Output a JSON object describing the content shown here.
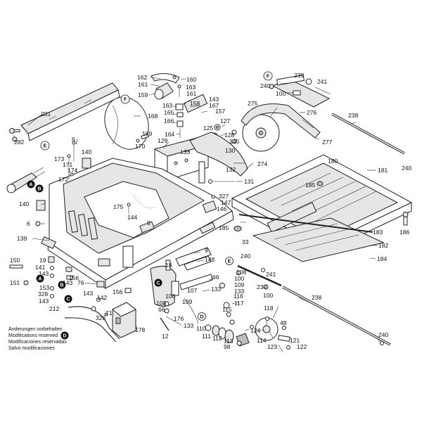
{
  "diagram": {
    "callouts": [
      {
        "id": "c162",
        "text": "162"
      },
      {
        "id": "c161a",
        "text": "161"
      },
      {
        "id": "c160",
        "text": "160"
      },
      {
        "id": "c163a",
        "text": "163"
      },
      {
        "id": "c161b",
        "text": "161"
      },
      {
        "id": "c159",
        "text": "159"
      },
      {
        "id": "c143a",
        "text": "143"
      },
      {
        "id": "c163b",
        "text": "163"
      },
      {
        "id": "c158",
        "text": "158"
      },
      {
        "id": "c167",
        "text": "167"
      },
      {
        "id": "c165",
        "text": "165"
      },
      {
        "id": "c166",
        "text": "166"
      },
      {
        "id": "c157",
        "text": "157"
      },
      {
        "id": "c127",
        "text": "127"
      },
      {
        "id": "c168",
        "text": "168"
      },
      {
        "id": "c281",
        "text": "281"
      },
      {
        "id": "c282",
        "text": "282"
      },
      {
        "id": "c6a",
        "text": "6"
      },
      {
        "id": "c169",
        "text": "169"
      },
      {
        "id": "c170",
        "text": "170"
      },
      {
        "id": "c164",
        "text": "164"
      },
      {
        "id": "c129",
        "text": "129"
      },
      {
        "id": "c125",
        "text": "125"
      },
      {
        "id": "c128",
        "text": "128"
      },
      {
        "id": "c145",
        "text": "145"
      },
      {
        "id": "c130",
        "text": "130"
      },
      {
        "id": "c133a",
        "text": "133"
      },
      {
        "id": "c173",
        "text": "173"
      },
      {
        "id": "c171",
        "text": "171"
      },
      {
        "id": "c174",
        "text": "174"
      },
      {
        "id": "c140a",
        "text": "140"
      },
      {
        "id": "c172",
        "text": "172"
      },
      {
        "id": "c274",
        "text": "274"
      },
      {
        "id": "c132",
        "text": "132"
      },
      {
        "id": "c131",
        "text": "131"
      },
      {
        "id": "c239a",
        "text": "239"
      },
      {
        "id": "c241a",
        "text": "241"
      },
      {
        "id": "c240a",
        "text": "240"
      },
      {
        "id": "c100a",
        "text": "100"
      },
      {
        "id": "c275",
        "text": "275"
      },
      {
        "id": "c276",
        "text": "276"
      },
      {
        "id": "c238a",
        "text": "238"
      },
      {
        "id": "c277",
        "text": "277"
      },
      {
        "id": "c240b",
        "text": "240"
      },
      {
        "id": "c180",
        "text": "180"
      },
      {
        "id": "c181",
        "text": "181"
      },
      {
        "id": "c185a",
        "text": "185"
      },
      {
        "id": "c186",
        "text": "186"
      },
      {
        "id": "c183",
        "text": "183"
      },
      {
        "id": "c182",
        "text": "182"
      },
      {
        "id": "c184",
        "text": "184"
      },
      {
        "id": "c185b",
        "text": "185"
      },
      {
        "id": "c33",
        "text": "33"
      },
      {
        "id": "c327",
        "text": "327"
      },
      {
        "id": "c147",
        "text": "147"
      },
      {
        "id": "c146",
        "text": "146"
      },
      {
        "id": "c175",
        "text": "175"
      },
      {
        "id": "c144",
        "text": "144"
      },
      {
        "id": "c140b",
        "text": "140"
      },
      {
        "id": "c6b",
        "text": "6"
      },
      {
        "id": "c8",
        "text": "8"
      },
      {
        "id": "c139",
        "text": "139"
      },
      {
        "id": "c9",
        "text": "9"
      },
      {
        "id": "c148",
        "text": "148"
      },
      {
        "id": "c150",
        "text": "150"
      },
      {
        "id": "c19",
        "text": "19"
      },
      {
        "id": "c141",
        "text": "141"
      },
      {
        "id": "c143b",
        "text": "143"
      },
      {
        "id": "c151",
        "text": "151"
      },
      {
        "id": "c153",
        "text": "153"
      },
      {
        "id": "c143c",
        "text": "143"
      },
      {
        "id": "c156a",
        "text": "156"
      },
      {
        "id": "c76",
        "text": "76"
      },
      {
        "id": "c328",
        "text": "328"
      },
      {
        "id": "c143d",
        "text": "143"
      },
      {
        "id": "c142",
        "text": "142"
      },
      {
        "id": "c156b",
        "text": "156"
      },
      {
        "id": "c143e",
        "text": "143"
      },
      {
        "id": "c18",
        "text": "18"
      },
      {
        "id": "c107",
        "text": "107"
      },
      {
        "id": "c106",
        "text": "106"
      },
      {
        "id": "c108a",
        "text": "108"
      },
      {
        "id": "c66a",
        "text": "66"
      },
      {
        "id": "c66b",
        "text": "66"
      },
      {
        "id": "c109a",
        "text": "109"
      },
      {
        "id": "c133b",
        "text": "133"
      },
      {
        "id": "c116",
        "text": "116"
      },
      {
        "id": "c115",
        "text": "115"
      },
      {
        "id": "c117",
        "text": "117"
      },
      {
        "id": "c176",
        "text": "176"
      },
      {
        "id": "c133c",
        "text": "133"
      },
      {
        "id": "c12",
        "text": "12"
      },
      {
        "id": "c212",
        "text": "212"
      },
      {
        "id": "c326",
        "text": "326"
      },
      {
        "id": "c71",
        "text": "71"
      },
      {
        "id": "c178",
        "text": "178"
      },
      {
        "id": "c240c",
        "text": "240"
      },
      {
        "id": "c108b",
        "text": "108"
      },
      {
        "id": "c100b",
        "text": "100"
      },
      {
        "id": "c109b",
        "text": "109"
      },
      {
        "id": "c133d",
        "text": "133"
      },
      {
        "id": "c241b",
        "text": "241"
      },
      {
        "id": "c239b",
        "text": "239"
      },
      {
        "id": "c100c",
        "text": "100"
      },
      {
        "id": "c238b",
        "text": "238"
      },
      {
        "id": "c118",
        "text": "118"
      },
      {
        "id": "c48",
        "text": "48"
      },
      {
        "id": "c124",
        "text": "124"
      },
      {
        "id": "c110",
        "text": "110"
      },
      {
        "id": "c111",
        "text": "111"
      },
      {
        "id": "c112",
        "text": "112"
      },
      {
        "id": "c113",
        "text": "113"
      },
      {
        "id": "c98",
        "text": "98"
      },
      {
        "id": "c114",
        "text": "114"
      },
      {
        "id": "c121",
        "text": "121"
      },
      {
        "id": "c122",
        "text": "122"
      },
      {
        "id": "c123",
        "text": "123"
      },
      {
        "id": "c240d",
        "text": "240"
      }
    ],
    "reference_marks": [
      {
        "id": "mF1",
        "text": "F"
      },
      {
        "id": "mE1",
        "text": "E"
      },
      {
        "id": "mF2",
        "text": "F"
      },
      {
        "id": "mA1",
        "text": "A"
      },
      {
        "id": "mB1",
        "text": "B"
      },
      {
        "id": "mA2",
        "text": "A"
      },
      {
        "id": "mB2",
        "text": "B"
      },
      {
        "id": "mC1",
        "text": "C"
      },
      {
        "id": "mD1",
        "text": "D"
      },
      {
        "id": "mC2",
        "text": "C"
      },
      {
        "id": "mD2",
        "text": "D"
      },
      {
        "id": "mE2",
        "text": "E"
      }
    ],
    "notes": [
      "Änderungen vorbehalten",
      "Modifications reserved",
      "Modificaciones reservadas",
      "Salvo modificaciones"
    ]
  }
}
